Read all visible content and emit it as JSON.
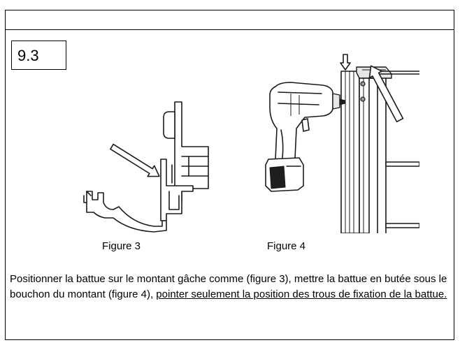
{
  "step": {
    "number": "9.3"
  },
  "figures": [
    {
      "caption": "Figure 3"
    },
    {
      "caption": "Figure 4"
    }
  ],
  "instruction": {
    "text_plain": "Positionner la battue sur le montant gâche comme (figure 3), mettre la battue en butée sous le bouchon du montant (figure 4), ",
    "text_underlined": "pointer seulement la position des trous de fixation de la battue."
  }
}
